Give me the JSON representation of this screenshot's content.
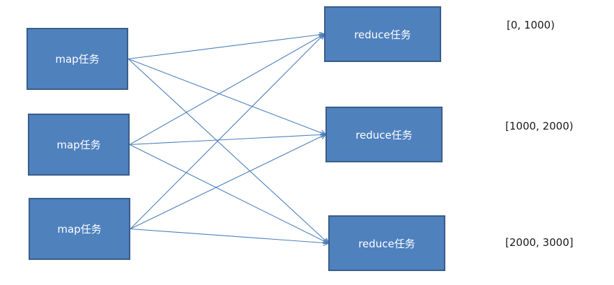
{
  "map_tasks": [
    {
      "label": "map任务"
    },
    {
      "label": "map任务"
    },
    {
      "label": "map任务"
    }
  ],
  "reduce_tasks": [
    {
      "label": "reduce任务"
    },
    {
      "label": "reduce任务"
    },
    {
      "label": "reduce任务"
    }
  ],
  "partitions": [
    {
      "label": "[0, 1000)"
    },
    {
      "label": "[1000, 2000)"
    },
    {
      "label": "[2000, 3000]"
    }
  ],
  "colors": {
    "box_fill": "#4f81bd",
    "box_border": "#385d8a",
    "arrow": "#4a7ebb"
  }
}
